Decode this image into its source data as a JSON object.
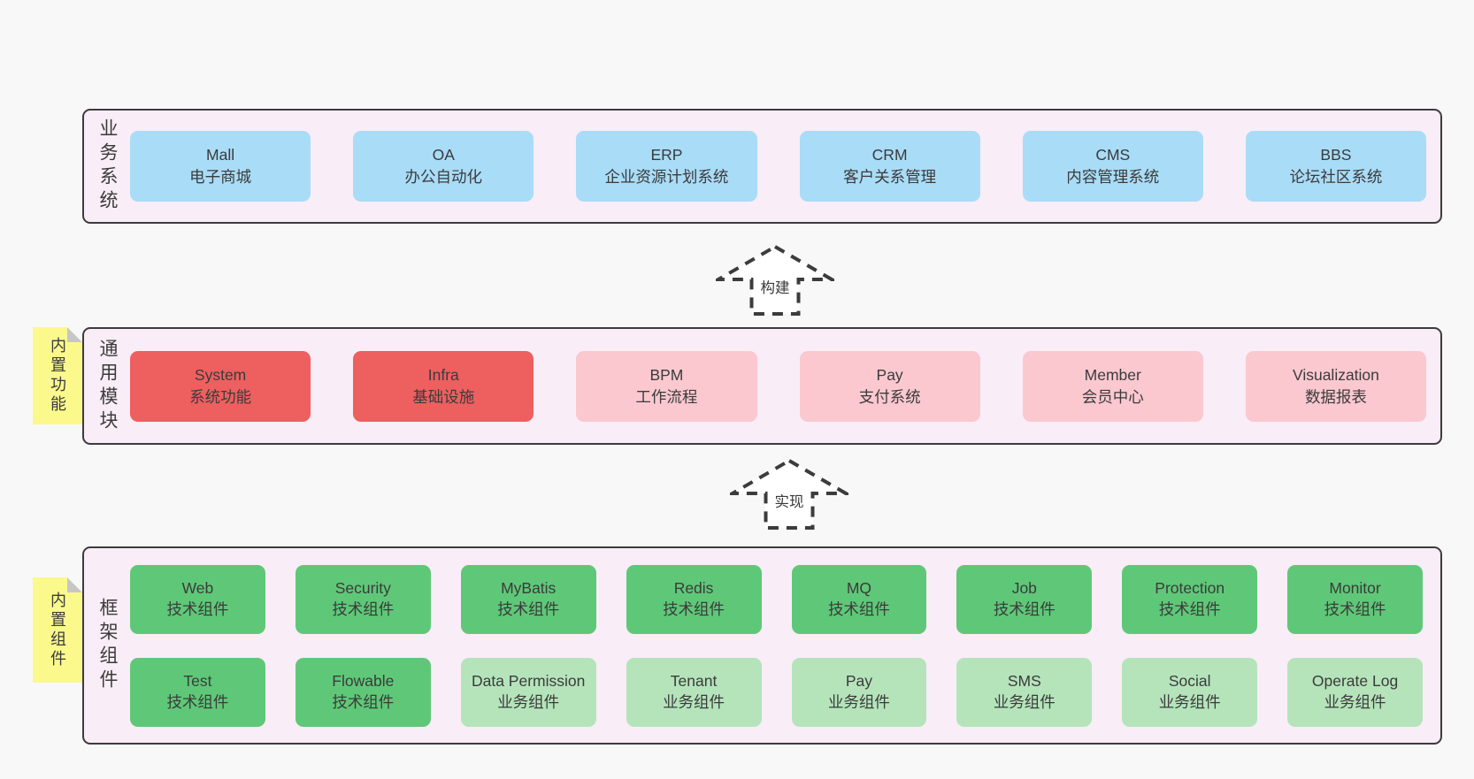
{
  "colors": {
    "page-bg": "#f8f8f8",
    "band-bg": "#f9edf7",
    "band-border": "#3d3b3d",
    "box-blue": "#a9dcf7",
    "box-red": "#ee5f5f",
    "box-pink": "#fbc8d0",
    "box-green": "#5fc878",
    "box-green-light": "#b5e4bb",
    "sticky-yellow": "#fbf98b",
    "fold-gray": "#c6c6c6",
    "text": "#3b3b3b",
    "arrow-fill": "#ffffff"
  },
  "bands": [
    {
      "label": "业务系统",
      "boxes": [
        {
          "title": "Mall",
          "subtitle": "电子商城",
          "variant": "blue"
        },
        {
          "title": "OA",
          "subtitle": "办公自动化",
          "variant": "blue"
        },
        {
          "title": "ERP",
          "subtitle": "企业资源计划系统",
          "variant": "blue"
        },
        {
          "title": "CRM",
          "subtitle": "客户关系管理",
          "variant": "blue"
        },
        {
          "title": "CMS",
          "subtitle": "内容管理系统",
          "variant": "blue"
        },
        {
          "title": "BBS",
          "subtitle": "论坛社区系统",
          "variant": "blue"
        }
      ]
    },
    {
      "label": "通用模块",
      "sticky": "内置功能",
      "boxes": [
        {
          "title": "System",
          "subtitle": "系统功能",
          "variant": "red"
        },
        {
          "title": "Infra",
          "subtitle": "基础设施",
          "variant": "red"
        },
        {
          "title": "BPM",
          "subtitle": "工作流程",
          "variant": "pink"
        },
        {
          "title": "Pay",
          "subtitle": "支付系统",
          "variant": "pink"
        },
        {
          "title": "Member",
          "subtitle": "会员中心",
          "variant": "pink"
        },
        {
          "title": "Visualization",
          "subtitle": "数据报表",
          "variant": "pink"
        }
      ]
    },
    {
      "label": "框架组件",
      "sticky": "内置组件",
      "rows": [
        [
          {
            "title": "Web",
            "subtitle": "技术组件",
            "variant": "green"
          },
          {
            "title": "Security",
            "subtitle": "技术组件",
            "variant": "green"
          },
          {
            "title": "MyBatis",
            "subtitle": "技术组件",
            "variant": "green"
          },
          {
            "title": "Redis",
            "subtitle": "技术组件",
            "variant": "green"
          },
          {
            "title": "MQ",
            "subtitle": "技术组件",
            "variant": "green"
          },
          {
            "title": "Job",
            "subtitle": "技术组件",
            "variant": "green"
          },
          {
            "title": "Protection",
            "subtitle": "技术组件",
            "variant": "green"
          },
          {
            "title": "Monitor",
            "subtitle": "技术组件",
            "variant": "green"
          }
        ],
        [
          {
            "title": "Test",
            "subtitle": "技术组件",
            "variant": "green"
          },
          {
            "title": "Flowable",
            "subtitle": "技术组件",
            "variant": "green"
          },
          {
            "title": "Data Permission",
            "subtitle": "业务组件",
            "variant": "green-light"
          },
          {
            "title": "Tenant",
            "subtitle": "业务组件",
            "variant": "green-light"
          },
          {
            "title": "Pay",
            "subtitle": "业务组件",
            "variant": "green-light"
          },
          {
            "title": "SMS",
            "subtitle": "业务组件",
            "variant": "green-light"
          },
          {
            "title": "Social",
            "subtitle": "业务组件",
            "variant": "green-light"
          },
          {
            "title": "Operate Log",
            "subtitle": "业务组件",
            "variant": "green-light"
          }
        ]
      ]
    }
  ],
  "arrows": [
    {
      "label": "构建"
    },
    {
      "label": "实现"
    }
  ]
}
